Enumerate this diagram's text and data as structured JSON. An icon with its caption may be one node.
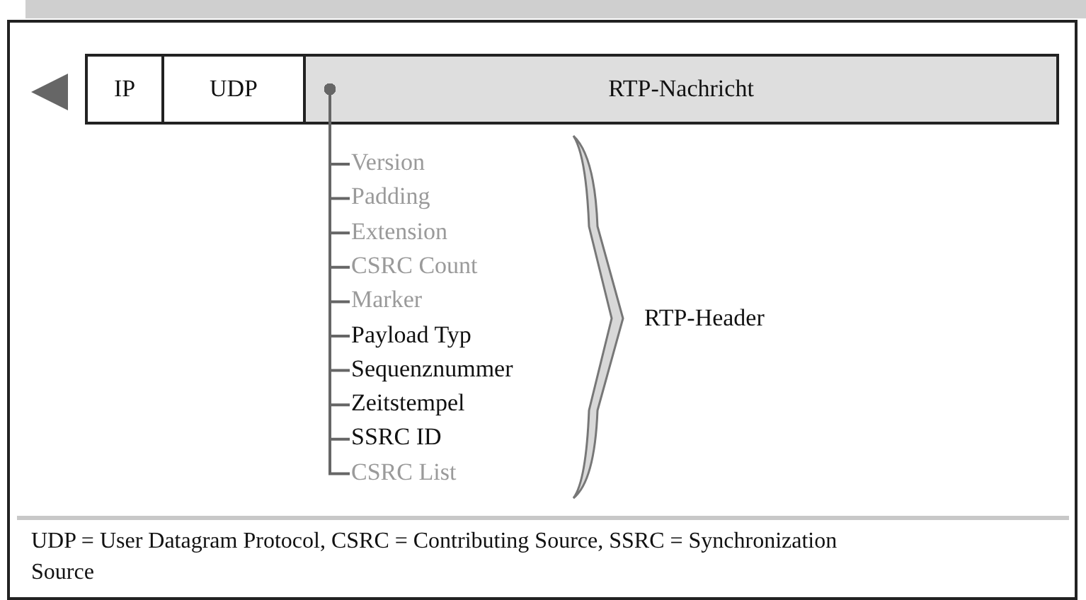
{
  "diagram": {
    "caption": "UDP = User Datagram Protocol, CSRC = Contributing Source, SSRC = Synchronization Source",
    "nodes": [
      {
        "text": [
          "IP"
        ]
      },
      {
        "text": [
          "UDP"
        ]
      },
      {
        "text": [
          "RTP-Nachricht"
        ]
      },
      {
        "text": [
          "Version"
        ]
      },
      {
        "text": [
          "Padding"
        ]
      },
      {
        "text": [
          "Extension"
        ]
      },
      {
        "text": [
          "CSRC Count"
        ]
      },
      {
        "text": [
          "Marker"
        ]
      },
      {
        "text": [
          "Payload Typ"
        ]
      },
      {
        "text": [
          "Sequenznummer"
        ]
      },
      {
        "text": [
          "Zeitstempel"
        ]
      },
      {
        "text": [
          "SSRC ID"
        ]
      },
      {
        "text": [
          "CSRC List"
        ]
      }
    ],
    "edges": [
      {
        "from": 2,
        "to": 3,
        "arrow": "other"
      },
      {
        "from": 2,
        "to": 4,
        "arrow": "other"
      },
      {
        "from": 2,
        "to": 5,
        "arrow": "other"
      },
      {
        "from": 2,
        "to": 6,
        "arrow": "other"
      },
      {
        "from": 2,
        "to": 7,
        "arrow": "other"
      },
      {
        "from": 2,
        "to": 8,
        "arrow": "other"
      },
      {
        "from": 2,
        "to": 9,
        "arrow": "other"
      },
      {
        "from": 2,
        "to": 10,
        "arrow": "other"
      },
      {
        "from": 2,
        "to": 11,
        "arrow": "other"
      },
      {
        "from": 2,
        "to": 12,
        "arrow": "other"
      }
    ],
    "labels": [
      "RTP-Header"
    ]
  }
}
